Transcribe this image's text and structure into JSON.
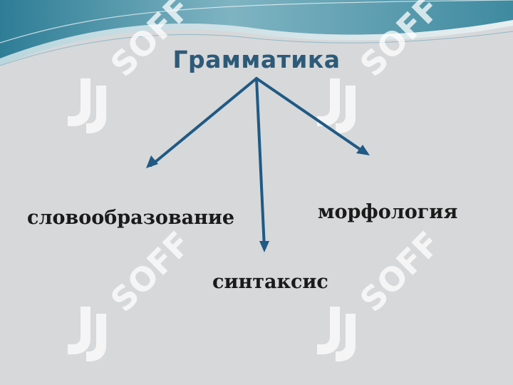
{
  "title": "Грамматика",
  "branches": {
    "left": "словообразование",
    "center": "синтаксис",
    "right": "морфология"
  },
  "watermark_text": "SOFF",
  "colors": {
    "background": "#d7d8da",
    "title": "#2d5a78",
    "arrow": "#1f5a85",
    "text": "#1a1a1a",
    "watermark": "#ffffff"
  }
}
